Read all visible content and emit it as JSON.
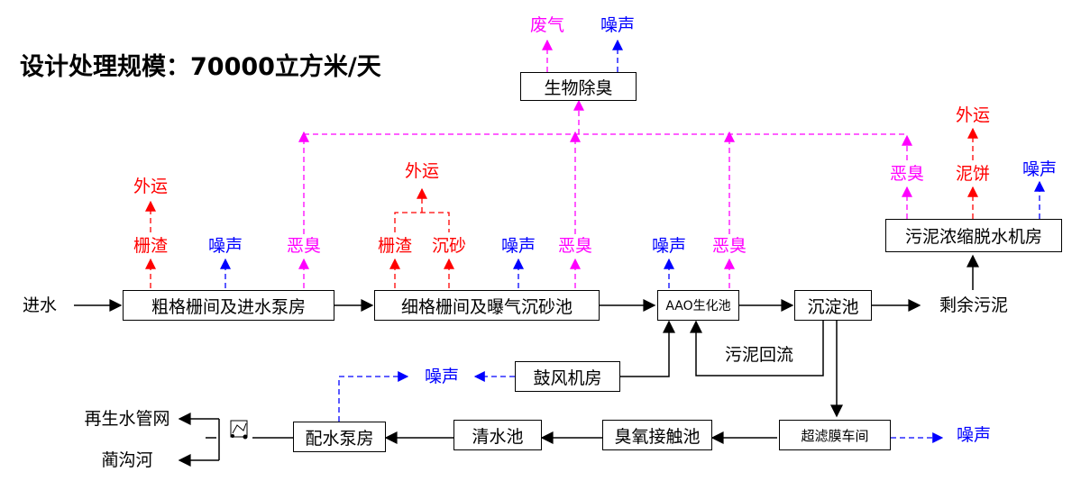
{
  "title": "设计处理规模：70000立方米/天",
  "colors": {
    "red": "#ff0000",
    "blue": "#0000ff",
    "magenta": "#ff00ff",
    "black": "#000000"
  },
  "boxes": {
    "coarse": "粗格栅间及进水泵房",
    "fine": "细格栅间及曝气沉砂池",
    "aao": "AAO生化池",
    "sed": "沉淀池",
    "bio": "生物除臭",
    "sludge": "污泥浓缩脱水机房",
    "blower": "鼓风机房",
    "uf": "超滤膜车间",
    "ozone": "臭氧接触池",
    "clear": "清水池",
    "pump": "配水泵房"
  },
  "labels": {
    "inlet": "进水",
    "excess_sludge": "剩余污泥",
    "sludge_return": "污泥回流",
    "reclaimed_net": "再生水管网",
    "river": "蔺沟河",
    "waste_gas": "废气",
    "noise": "噪声",
    "odor": "恶臭",
    "screenings": "栅渣",
    "grit": "沉砂",
    "transport": "外运",
    "cake": "泥饼"
  }
}
